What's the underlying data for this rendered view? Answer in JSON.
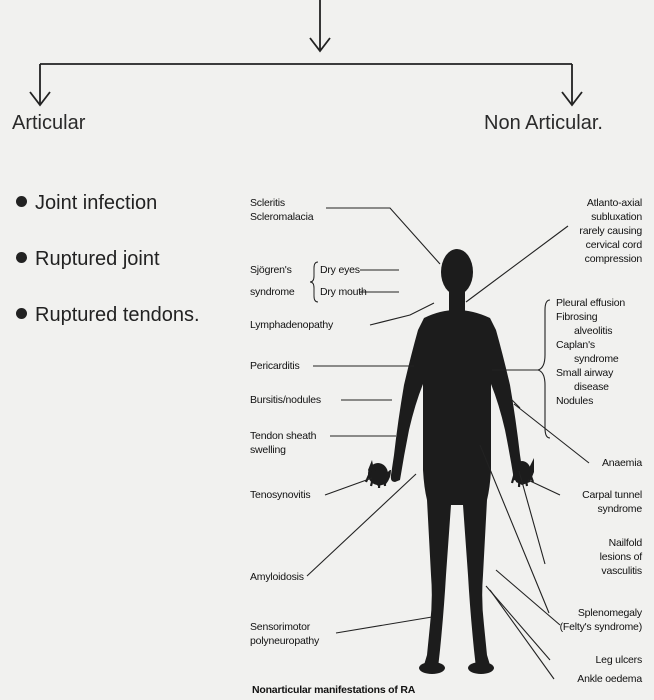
{
  "headings": {
    "articular": "Articular",
    "non_articular": "Non Articular."
  },
  "articular_items": [
    "Joint infection",
    "Ruptured joint",
    "Ruptured tendons."
  ],
  "left_labels": {
    "scleritis": "Scleritis",
    "scleromalacia": "Scleromalacia",
    "sjogrens_1": "Sjögren's",
    "sjogrens_2": "syndrome",
    "dry_eyes": "Dry eyes",
    "dry_mouth": "Dry mouth",
    "lymphadenopathy": "Lymphadenopathy",
    "pericarditis": "Pericarditis",
    "bursitis": "Bursitis/nodules",
    "tendon_1": "Tendon sheath",
    "tendon_2": "swelling",
    "tenosynovitis": "Tenosynovitis",
    "amyloidosis": "Amyloidosis",
    "sensorimotor_1": "Sensorimotor",
    "sensorimotor_2": "polyneuropathy"
  },
  "right_labels": {
    "atlanto_1": "Atlanto-axial",
    "atlanto_2": "subluxation",
    "atlanto_3": "rarely causing",
    "atlanto_4": "cervical cord",
    "atlanto_5": "compression",
    "pleural": "Pleural effusion",
    "fibrosing": "Fibrosing",
    "alveolitis": "alveolitis",
    "caplan": "Caplan's",
    "caplan_syn": "syndrome",
    "small_airway": "Small airway",
    "disease": "disease",
    "nodules": "Nodules",
    "anaemia": "Anaemia",
    "carpal_1": "Carpal tunnel",
    "carpal_2": "syndrome",
    "nailfold_1": "Nailfold",
    "nailfold_2": "lesions of",
    "nailfold_3": "vasculitis",
    "spleno_1": "Splenomegaly",
    "spleno_2": "(Felty's syndrome)",
    "leg_ulcers": "Leg ulcers",
    "ankle": "Ankle oedema"
  },
  "caption": "Nonarticular manifestations of RA"
}
